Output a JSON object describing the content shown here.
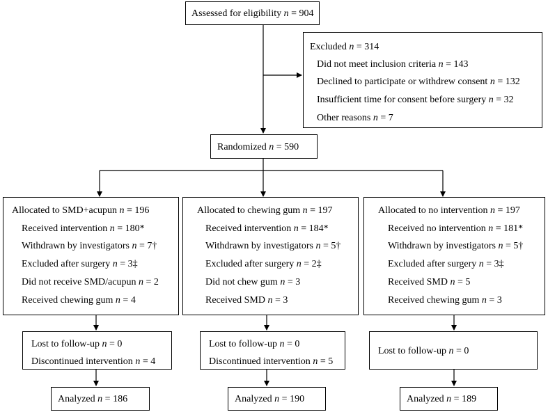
{
  "assessed": {
    "text": "Assessed for eligibility",
    "n": "904"
  },
  "excluded": {
    "title": {
      "text": "Excluded",
      "n": "314"
    },
    "reasons": [
      {
        "text": "Did not meet inclusion criteria",
        "n": "143"
      },
      {
        "text": "Declined to participate or withdrew consent",
        "n": "132"
      },
      {
        "text": "Insufficient time for consent before surgery",
        "n": "32"
      },
      {
        "text": "Other reasons",
        "n": "7"
      }
    ]
  },
  "randomized": {
    "text": "Randomized",
    "n": "590"
  },
  "arms": [
    {
      "allocation": {
        "text": "Allocated to SMD+acupun",
        "n": "196"
      },
      "items": [
        {
          "text": "Received intervention",
          "n": "180*"
        },
        {
          "text": "Withdrawn by investigators",
          "n": "7†"
        },
        {
          "text": "Excluded after surgery",
          "n": "3‡"
        },
        {
          "text": "Did not receive SMD/acupun",
          "n": "2"
        },
        {
          "text": "Received chewing gum",
          "n": "4"
        }
      ],
      "followup": [
        {
          "text": "Lost to follow-up",
          "n": "0"
        },
        {
          "text": "Discontinued intervention",
          "n": "4"
        }
      ],
      "analyzed": {
        "text": "Analyzed",
        "n": "186"
      }
    },
    {
      "allocation": {
        "text": "Allocated to chewing gum",
        "n": "197"
      },
      "items": [
        {
          "text": "Received intervention",
          "n": "184*"
        },
        {
          "text": "Withdrawn by investigators",
          "n": "5†"
        },
        {
          "text": "Excluded after surgery",
          "n": "2‡"
        },
        {
          "text": "Did not chew gum",
          "n": "3"
        },
        {
          "text": "Received SMD",
          "n": "3"
        }
      ],
      "followup": [
        {
          "text": "Lost to follow-up",
          "n": "0"
        },
        {
          "text": "Discontinued intervention",
          "n": "5"
        }
      ],
      "analyzed": {
        "text": "Analyzed",
        "n": "190"
      }
    },
    {
      "allocation": {
        "text": "Allocated to no intervention",
        "n": "197"
      },
      "items": [
        {
          "text": "Received no intervention",
          "n": "181*"
        },
        {
          "text": "Withdrawn by investigators",
          "n": "5†"
        },
        {
          "text": "Excluded after surgery",
          "n": "3‡"
        },
        {
          "text": "Received SMD",
          "n": "5"
        },
        {
          "text": "Received chewing gum",
          "n": "3"
        }
      ],
      "followup": [
        {
          "text": "Lost to follow-up",
          "n": "0"
        }
      ],
      "analyzed": {
        "text": "Analyzed",
        "n": "189"
      }
    }
  ],
  "n_symbol": "n",
  "equals": " = "
}
